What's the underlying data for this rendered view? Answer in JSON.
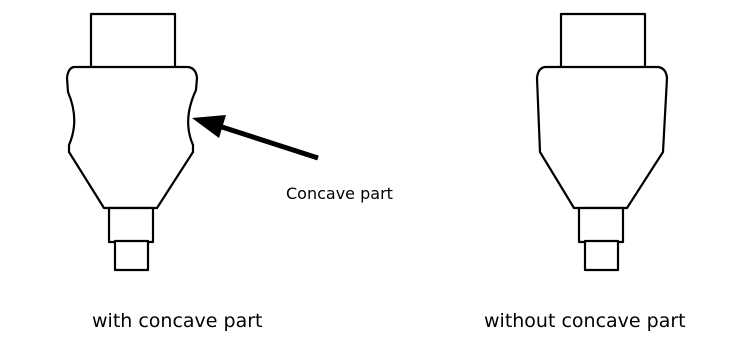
{
  "labels": {
    "concave_part": "Concave part",
    "with_concave": "with concave part",
    "without_concave": "without concave part"
  },
  "colors": {
    "stroke": "#000000",
    "fill": "#ffffff",
    "text": "#000000"
  }
}
